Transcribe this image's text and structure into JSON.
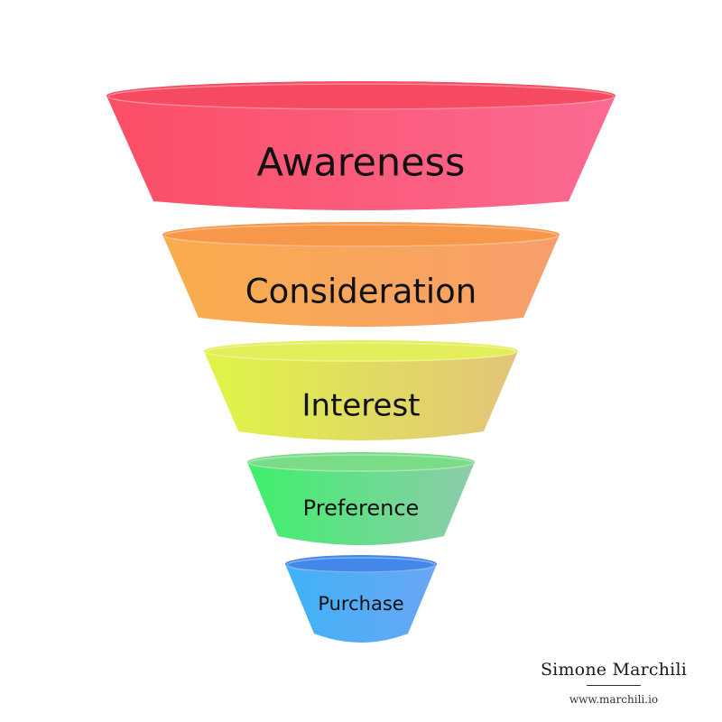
{
  "funnel": {
    "stages": [
      {
        "label": "Awareness",
        "color_left": "#fb4d66",
        "color_right": "#fb6a92",
        "rim": "#f64a62"
      },
      {
        "label": "Consideration",
        "color_left": "#f9ad4c",
        "color_right": "#f79e6c",
        "rim": "#f7974a"
      },
      {
        "label": "Interest",
        "color_left": "#dff546",
        "color_right": "#e2c47a",
        "rim": "#e4ee5a"
      },
      {
        "label": "Preference",
        "color_left": "#3ef06c",
        "color_right": "#8ecbab",
        "rim": "#7adc86"
      },
      {
        "label": "Purchase",
        "color_left": "#3fb2f7",
        "color_right": "#6aa6f5",
        "rim": "#4287ea"
      }
    ]
  },
  "credit": {
    "name": "Simone Marchili",
    "url": "www.marchili.io"
  }
}
